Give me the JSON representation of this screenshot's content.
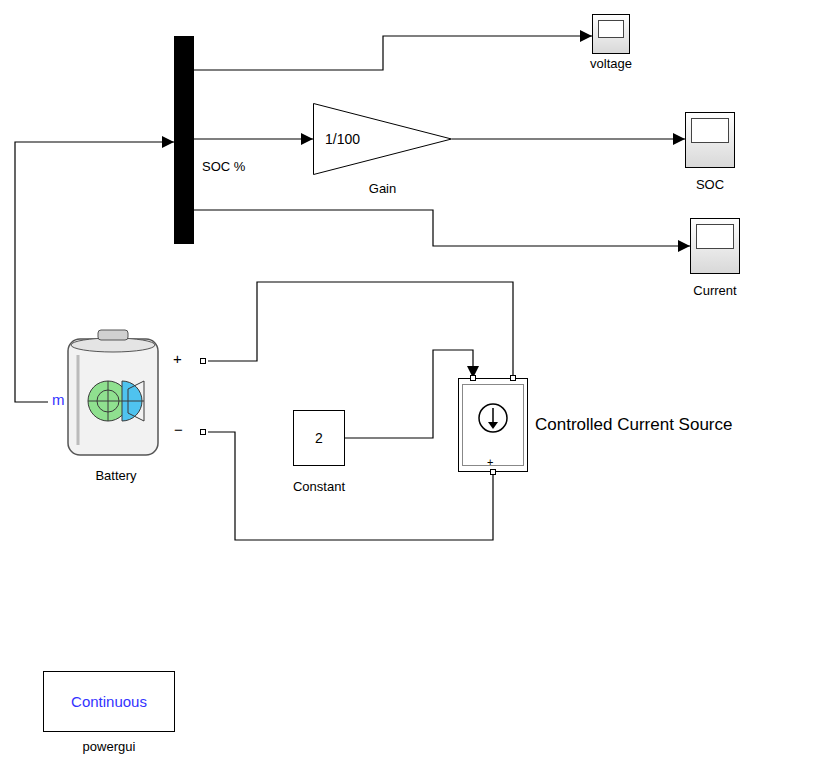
{
  "diagram": {
    "nodes": [
      {
        "text": [
          "voltage"
        ]
      },
      {
        "text": [
          "SOC %"
        ]
      },
      {
        "text": [
          "1/100",
          "Gain"
        ]
      },
      {
        "text": [
          "SOC"
        ]
      },
      {
        "text": [
          "Current"
        ]
      },
      {
        "text": [
          "Battery"
        ]
      },
      {
        "text": [
          "2",
          "Constant"
        ]
      },
      {
        "text": [
          "Controlled Current Source"
        ]
      },
      {
        "text": [
          "Continuous",
          "powergui"
        ]
      }
    ],
    "edges": [
      {
        "from": 5,
        "to": 1,
        "arrow": "to"
      },
      {
        "from": 1,
        "to": 0,
        "arrow": "to"
      },
      {
        "from": 1,
        "to": 2,
        "arrow": "to"
      },
      {
        "from": 2,
        "to": 3,
        "arrow": "to"
      },
      {
        "from": 1,
        "to": 4,
        "arrow": "to"
      },
      {
        "from": 6,
        "to": 7,
        "arrow": "to"
      },
      {
        "from": 5,
        "to": 7,
        "arrow": "none"
      },
      {
        "from": 5,
        "to": 7,
        "arrow": "none"
      }
    ],
    "labels": [
      "m",
      "+",
      "−",
      "+"
    ]
  }
}
